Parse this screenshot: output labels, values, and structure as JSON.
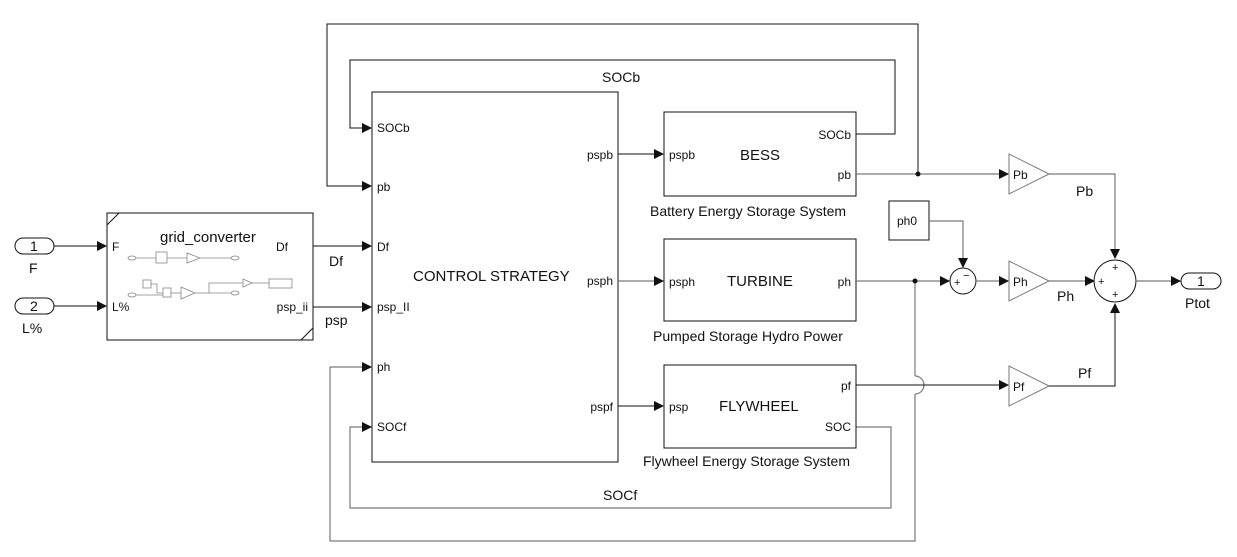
{
  "inports": [
    {
      "number": "1",
      "name": "F"
    },
    {
      "number": "2",
      "name": "L%"
    }
  ],
  "outport": {
    "number": "1",
    "name": "Ptot"
  },
  "grid_converter": {
    "title": "grid_converter",
    "inputs": [
      "F",
      "L%"
    ],
    "outputs": [
      "Df",
      "psp_ii"
    ]
  },
  "control_strategy": {
    "title": "CONTROL STRATEGY",
    "inputs": [
      "SOCb",
      "pb",
      "Df",
      "psp_II",
      "ph",
      "SOCf"
    ],
    "outputs": [
      "pspb",
      "psph",
      "pspf"
    ]
  },
  "bess": {
    "title": "BESS",
    "caption": "Battery Energy Storage System",
    "input": "pspb",
    "outputs": [
      "SOCb",
      "pb"
    ]
  },
  "turbine": {
    "title": "TURBINE",
    "caption": "Pumped Storage Hydro Power",
    "input": "psph",
    "output": "ph"
  },
  "flywheel": {
    "title": "FLYWHEEL",
    "caption": "Flywheel Energy Storage System",
    "input": "psp",
    "outputs": [
      "pf",
      "SOC"
    ]
  },
  "constant": {
    "label": "ph0"
  },
  "gains": [
    "Pb",
    "Ph",
    "Pf"
  ],
  "signals": {
    "df": "Df",
    "psp": "psp",
    "socb": "SOCb",
    "socf": "SOCf",
    "pb": "Pb",
    "ph": "Ph",
    "pf": "Pf"
  },
  "sum_small": {
    "signs": [
      "+",
      "−"
    ]
  },
  "sum_big": {
    "signs": [
      "+",
      "+",
      "+"
    ]
  }
}
